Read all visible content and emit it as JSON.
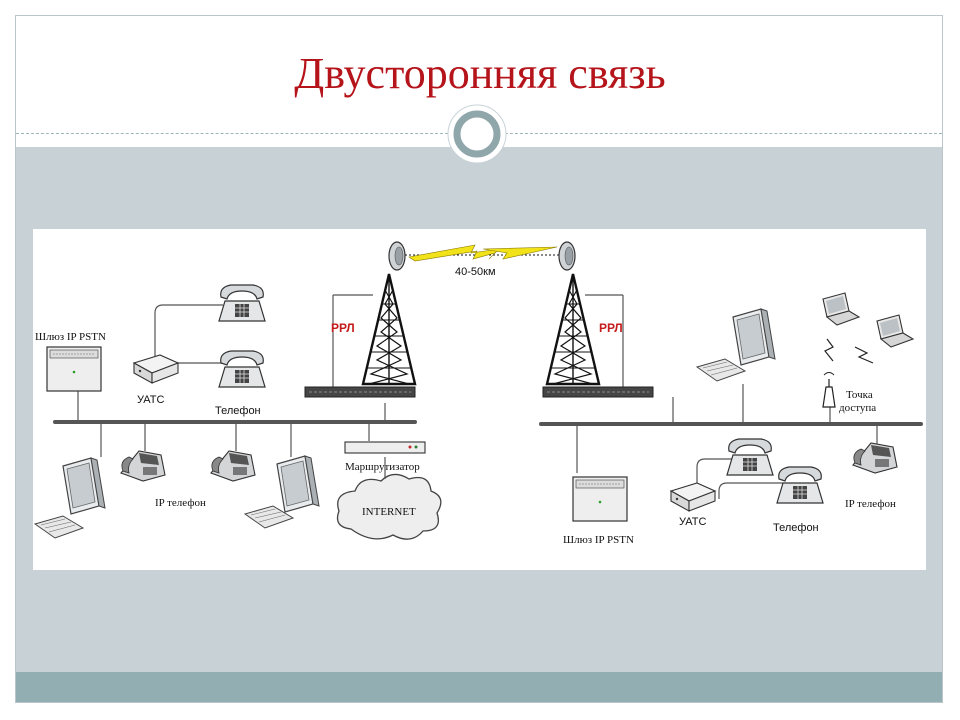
{
  "slide": {
    "title": "Двусторонняя связь"
  },
  "diagram": {
    "link_distance": "40-50км",
    "left_site": {
      "gateway": "Шлюз IP PSTN",
      "pbx": "УАТС",
      "phone": "Телефон",
      "ip_phone": "IP телефон",
      "router": "Маршрутизатор",
      "internet": "INTERNET",
      "radio": "РРЛ"
    },
    "right_site": {
      "radio": "РРЛ",
      "access_point_line1": "Точка",
      "access_point_line2": "доступа",
      "ip_phone": "IP телефон",
      "gateway": "Шлюз IP PSTN",
      "pbx": "УАТС",
      "phone": "Телефон"
    }
  }
}
